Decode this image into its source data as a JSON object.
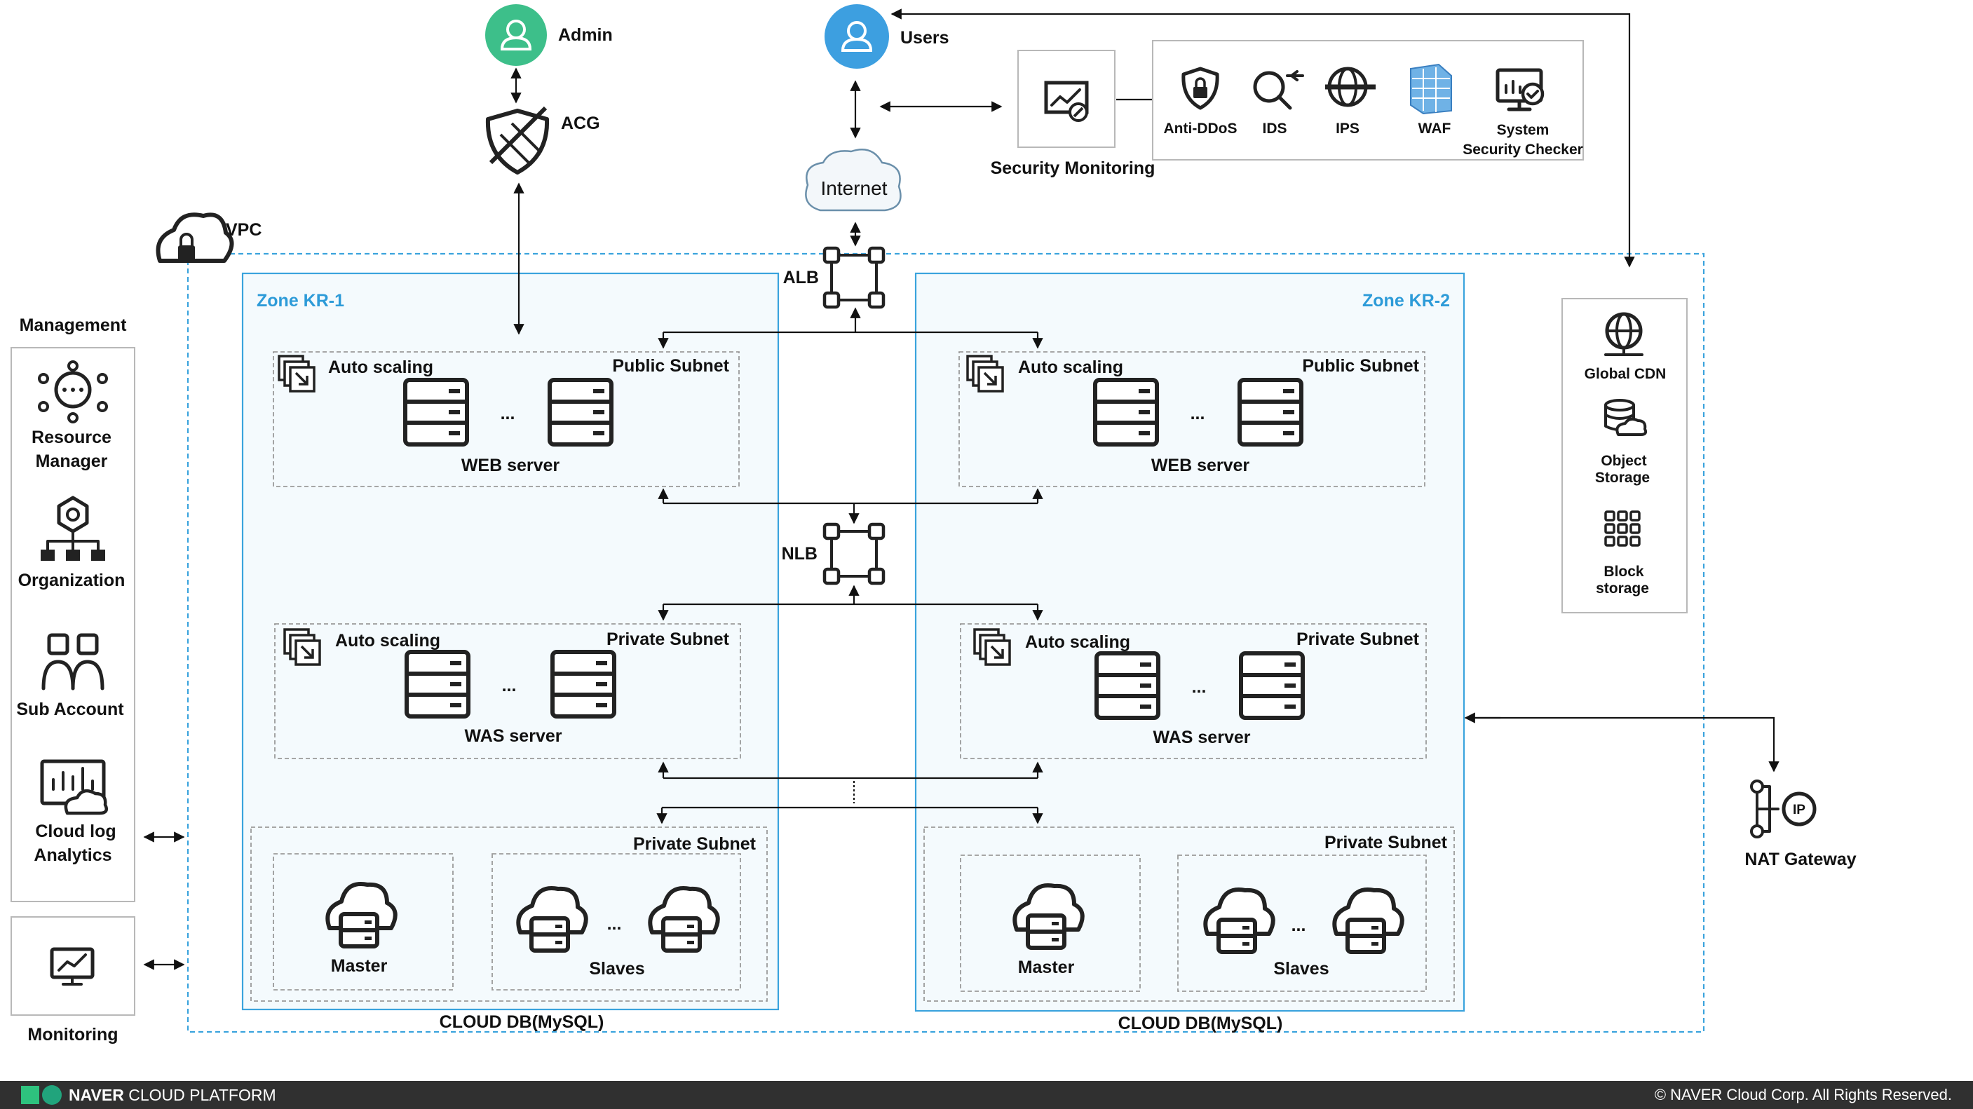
{
  "users_label": "Users",
  "admin_label": "Admin",
  "acg_label": "ACG",
  "internet_label": "Internet",
  "vpc_label": "VPC",
  "alb_label": "ALB",
  "nlb_label": "NLB",
  "security_monitoring": {
    "label": "Security Monitoring",
    "tools": [
      {
        "label": "Anti-DDoS",
        "icon": "shield-lock-icon"
      },
      {
        "label": "IDS",
        "icon": "magnifier-icon"
      },
      {
        "label": "IPS",
        "icon": "blocked-globe-icon"
      },
      {
        "label": "WAF",
        "icon": "firewall-icon"
      },
      {
        "label": "System",
        "label2": "Security Checker",
        "icon": "monitor-check-icon"
      }
    ]
  },
  "management": {
    "title": "Management",
    "items": [
      {
        "label": "Resource",
        "label2": "Manager",
        "icon": "resource-manager-icon"
      },
      {
        "label": "Organization",
        "icon": "organization-icon"
      },
      {
        "label": "Sub Account",
        "icon": "sub-account-icon"
      },
      {
        "label": "Cloud log",
        "label2": "Analytics",
        "icon": "cloud-log-icon"
      }
    ],
    "monitoring_label": "Monitoring"
  },
  "zones": [
    {
      "label": "Zone KR-1",
      "public_subnet": {
        "auto_label": "Auto scaling",
        "subnet_label": "Public Subnet",
        "server_label": "WEB server",
        "dots": "..."
      },
      "private_subnet": {
        "auto_label": "Auto scaling",
        "subnet_label": "Private Subnet",
        "server_label": "WAS server",
        "dots": "..."
      },
      "db_subnet": {
        "subnet_label": "Private Subnet",
        "master_label": "Master",
        "slaves_label": "Slaves",
        "dots": "..."
      },
      "db_caption": "CLOUD DB(MySQL)"
    },
    {
      "label": "Zone KR-2",
      "public_subnet": {
        "auto_label": "Auto scaling",
        "subnet_label": "Public Subnet",
        "server_label": "WEB server",
        "dots": "..."
      },
      "private_subnet": {
        "auto_label": "Auto scaling",
        "subnet_label": "Private Subnet",
        "server_label": "WAS server",
        "dots": "..."
      },
      "db_subnet": {
        "subnet_label": "Private Subnet",
        "master_label": "Master",
        "slaves_label": "Slaves",
        "dots": "..."
      },
      "db_caption": "CLOUD DB(MySQL)"
    }
  ],
  "storage": [
    {
      "label": "Global CDN",
      "icon": "globe-icon"
    },
    {
      "label": "Object",
      "label2": "Storage",
      "icon": "object-storage-icon"
    },
    {
      "label": "Block",
      "label2": "storage",
      "icon": "block-storage-icon"
    }
  ],
  "nat_gateway_label": "NAT Gateway",
  "footer": {
    "brand_bold": "NAVER",
    "brand_rest": "CLOUD PLATFORM",
    "copyright": "© NAVER Cloud Corp. All Rights Reserved."
  },
  "colors": {
    "zone_blue": "#3aa3dd",
    "admin_green": "#3dbf8a",
    "users_blue": "#3d9fe0",
    "footer_bg": "#303030"
  }
}
